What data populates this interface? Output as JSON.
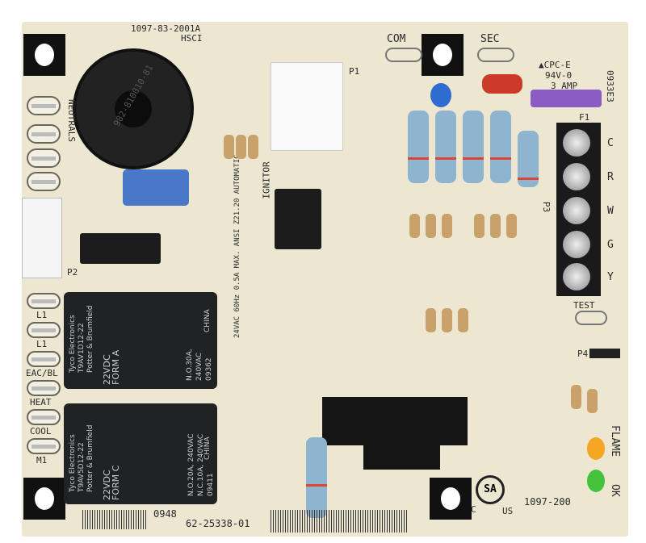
{
  "board": {
    "part_number_top": "1097-83-2001A",
    "hsci": "HSCI",
    "com": "COM",
    "sec": "SEC",
    "cpc": "▲CPC-E",
    "rating": "94V-0",
    "fuse": "3 AMP",
    "fuse_id": "F1",
    "side_code": "0933E3",
    "left_terminals": [
      "NEUTRALS"
    ],
    "bottom_terminals": [
      "L1",
      "L1",
      "EAC/BL",
      "HEAT",
      "COOL",
      "M1"
    ],
    "thermostat_terminals": [
      "C",
      "R",
      "W",
      "G",
      "Y"
    ],
    "test": "TEST",
    "flame": "FLAME",
    "ok": "OK",
    "ignitor": "IGNITOR",
    "spec_text": "24VAC 60Hz 0.5A MAX. ANSI Z21.20 AUTOMATIC",
    "date_code": "0948",
    "board_number": "62-25338-01",
    "model": "1097-200",
    "csa": "SA",
    "csa_c": "C",
    "csa_us": "US",
    "sensor_text": "982-810010-81",
    "p2": "P2",
    "p3": "P3",
    "p4": "P4",
    "p1": "P1"
  },
  "relays": [
    {
      "brand": "Tyco Electronics",
      "model": "T9AV1D12-22",
      "maker": "Potter & Brumfield",
      "coil": "22VDC",
      "form": "FORM A",
      "rating": "N.O.30A, 240VAC",
      "code": "09362",
      "origin": "CHINA"
    },
    {
      "brand": "Tyco Electronics",
      "model": "T9AV5D12-22",
      "maker": "Potter & Brumfield",
      "coil": "22VDC",
      "form": "FORM C",
      "rating": "N.O.20A, 240VAC N.C.10A, 240VAC",
      "code": "09411",
      "origin": "CHINA"
    }
  ],
  "colors": {
    "board": "#ede7d2",
    "relay": "#202224",
    "flame_led": "#f5a623",
    "ok_led": "#44c23a",
    "fuse": "#8b5cc4"
  }
}
